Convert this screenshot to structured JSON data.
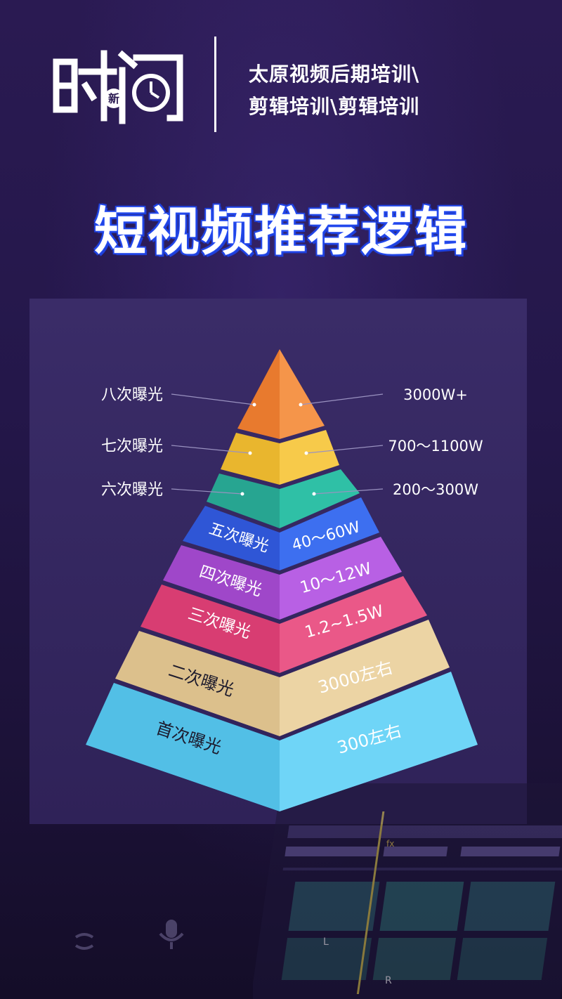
{
  "header": {
    "logo_text": "时间",
    "logo_badge": "新",
    "subtitle_line1": "太原视频后期培训\\",
    "subtitle_line2": "剪辑培训\\剪辑培训"
  },
  "main_title": "短视频推荐逻辑",
  "pyramid": {
    "levels": [
      {
        "name": "八次曝光",
        "range": "3000W+",
        "color_left": "#e87a2e",
        "color_right": "#f5954a"
      },
      {
        "name": "七次曝光",
        "range": "700～1100W",
        "color_left": "#e9b62e",
        "color_right": "#f7ca4a"
      },
      {
        "name": "六次曝光",
        "range": "200～300W",
        "color_left": "#27a591",
        "color_right": "#2fc0a6"
      },
      {
        "name": "五次曝光",
        "range": "40～60W",
        "color_left": "#2f56d6",
        "color_right": "#3d6ff0"
      },
      {
        "name": "四次曝光",
        "range": "10～12W",
        "color_left": "#9f47c9",
        "color_right": "#b860e4"
      },
      {
        "name": "三次曝光",
        "range": "1.2~1.5W",
        "color_left": "#d83d72",
        "color_right": "#ea5888"
      },
      {
        "name": "二次曝光",
        "range": "3000左右",
        "color_left": "#dcc08c",
        "color_right": "#ecd4a4"
      },
      {
        "name": "首次曝光",
        "range": "300左右",
        "color_left": "#52bfe6",
        "color_right": "#6fd5f7"
      }
    ]
  },
  "deco": {
    "fx_label": "fx",
    "track_label_l": "L",
    "track_label_r": "R"
  }
}
